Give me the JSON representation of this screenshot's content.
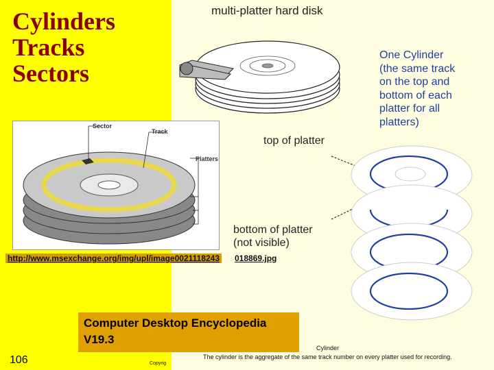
{
  "title": {
    "line1": "Cylinders",
    "line2": "Tracks",
    "line3": "Sectors"
  },
  "diagram": {
    "heading": "multi-platter hard disk",
    "cylinder_desc": [
      "One Cylinder",
      "(the same track",
      "on the top and",
      "bottom of each",
      "platter for all",
      "platters)"
    ],
    "top_label": "top of platter",
    "bottom_label_1": "bottom of platter",
    "bottom_label_2": "(not visible)",
    "footer_title": "Cylinder",
    "footer_desc": "The cylinder is the aggregate of the same track number on every platter used for recording.",
    "footer_copy": "Copyrig"
  },
  "inset": {
    "sector": "Sector",
    "track": "Track",
    "platters": "Platters"
  },
  "url": {
    "part1": "http://www.msexchange.org/img/upl/image0021118243",
    "part2": "018869.jpg"
  },
  "source": {
    "line1": "Computer Desktop Encyclopedia",
    "line2": "V19.3"
  },
  "slide_number": "106",
  "colors": {
    "background": "#ffff00",
    "title": "#8b0000",
    "cylinder": "#1f3fa0",
    "source_box": "#e0a000"
  }
}
